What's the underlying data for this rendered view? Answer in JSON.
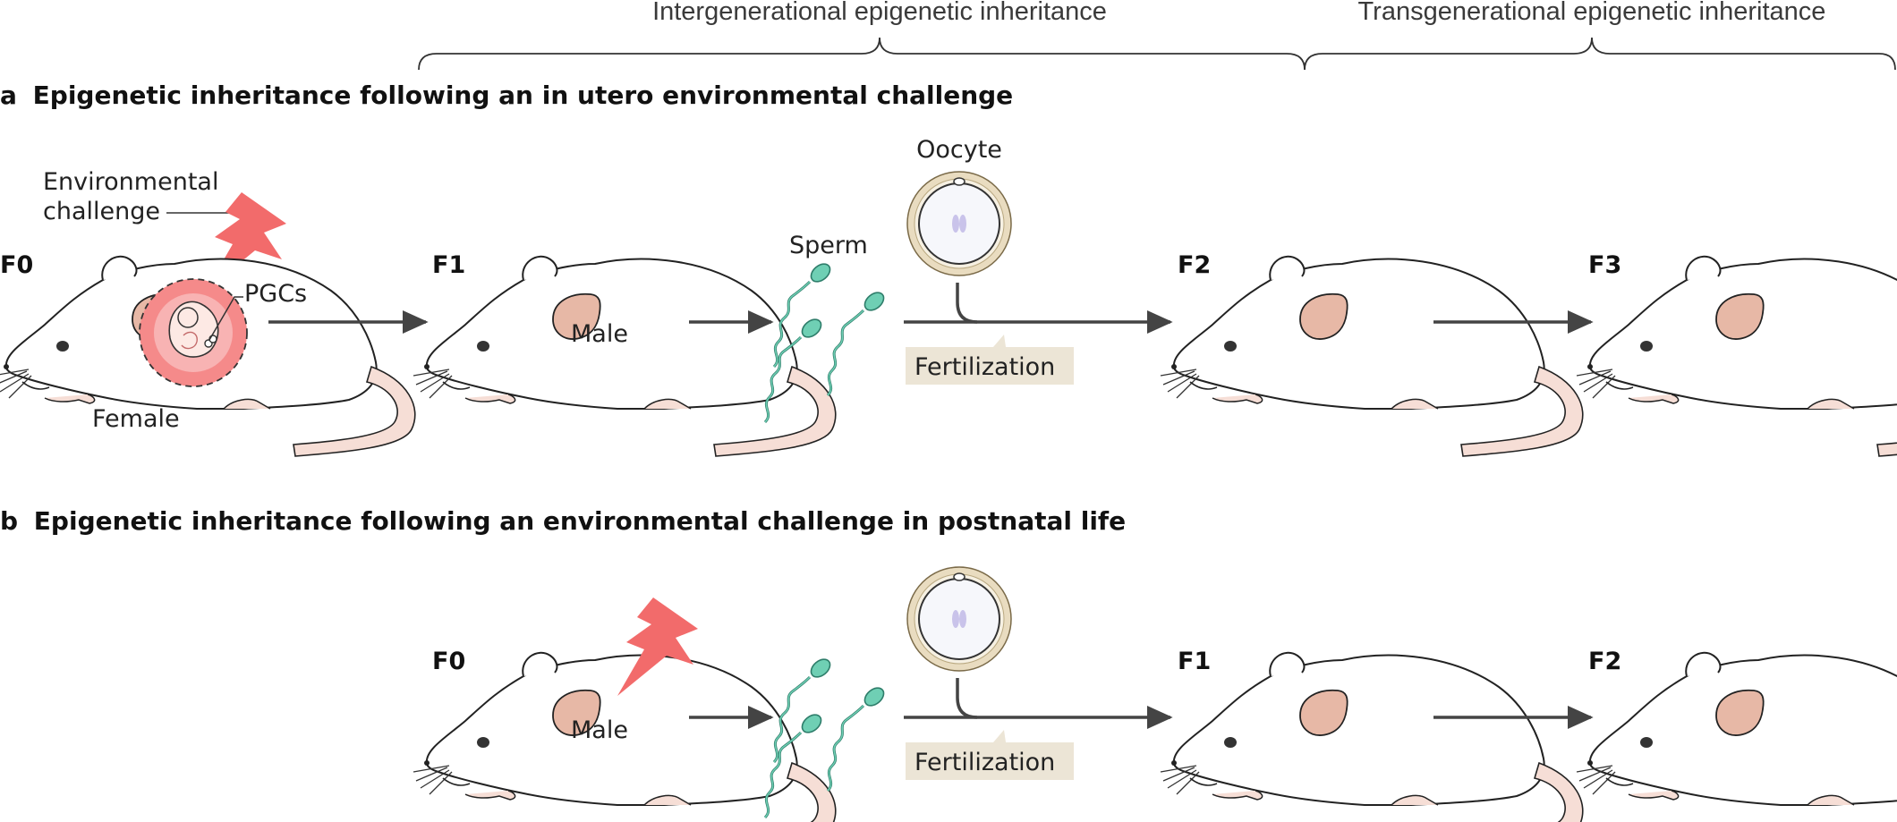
{
  "braces": {
    "intergenerational": "Intergenerational epigenetic inheritance",
    "transgenerational": "Transgenerational epigenetic inheritance"
  },
  "panel_a": {
    "letter": "a",
    "title": "Epigenetic inheritance following an in utero environmental challenge",
    "gen_labels": [
      "F0",
      "F1",
      "F2",
      "F3"
    ],
    "environmental_challenge": [
      "Environmental",
      "challenge"
    ],
    "pgcs": "PGCs",
    "female": "Female",
    "male": "Male",
    "sperm": "Sperm",
    "oocyte": "Oocyte",
    "fertilization": "Fertilization"
  },
  "panel_b": {
    "letter": "b",
    "title": "Epigenetic inheritance following an environmental challenge in postnatal life",
    "gen_labels": [
      "F0",
      "F1",
      "F2"
    ],
    "male": "Male",
    "fertilization": "Fertilization"
  },
  "colors": {
    "lightning": "#f26b6b",
    "womb": "#f58a8a",
    "ear": "#e7b8a6",
    "tail": "#f6ded6",
    "sperm": "#6fcfb4",
    "oocyte_rim": "#e9dcc0",
    "fertilization_box": "#ece5d6",
    "arrow": "#444444"
  }
}
